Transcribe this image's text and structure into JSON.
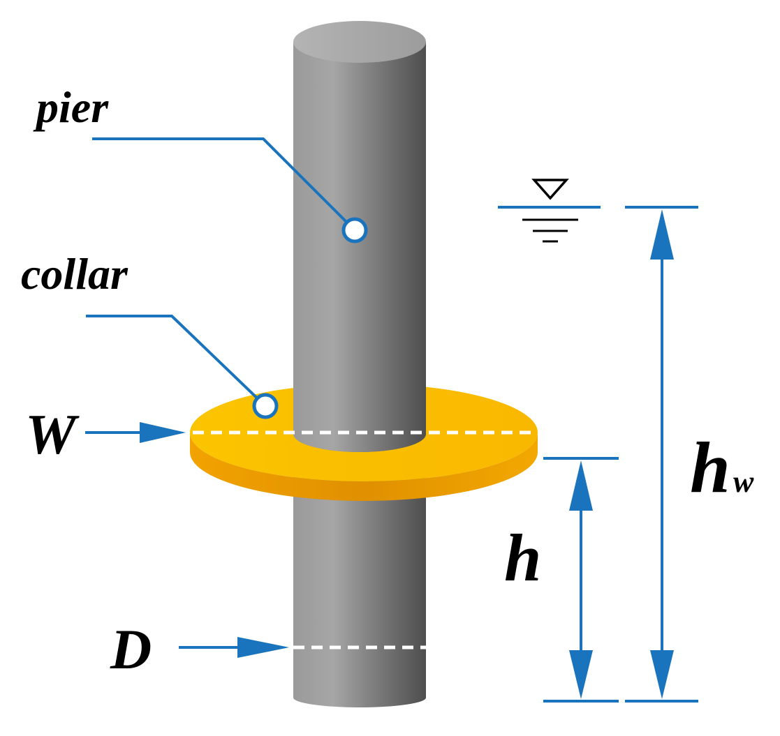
{
  "labels": {
    "pier": "pier",
    "collar": "collar",
    "collar_width": "W",
    "pier_diameter": "D",
    "collar_elevation": "h",
    "water_depth_main": "h",
    "water_depth_sub": "w"
  },
  "symbols": {
    "water_surface": "water-level-triangle"
  },
  "colors": {
    "annotation_blue": "#1a74bd",
    "pier_gray": "#8a8a8a",
    "collar_yellow": "#f7b500",
    "dashed_white": "#ffffff",
    "text": "#000000"
  }
}
